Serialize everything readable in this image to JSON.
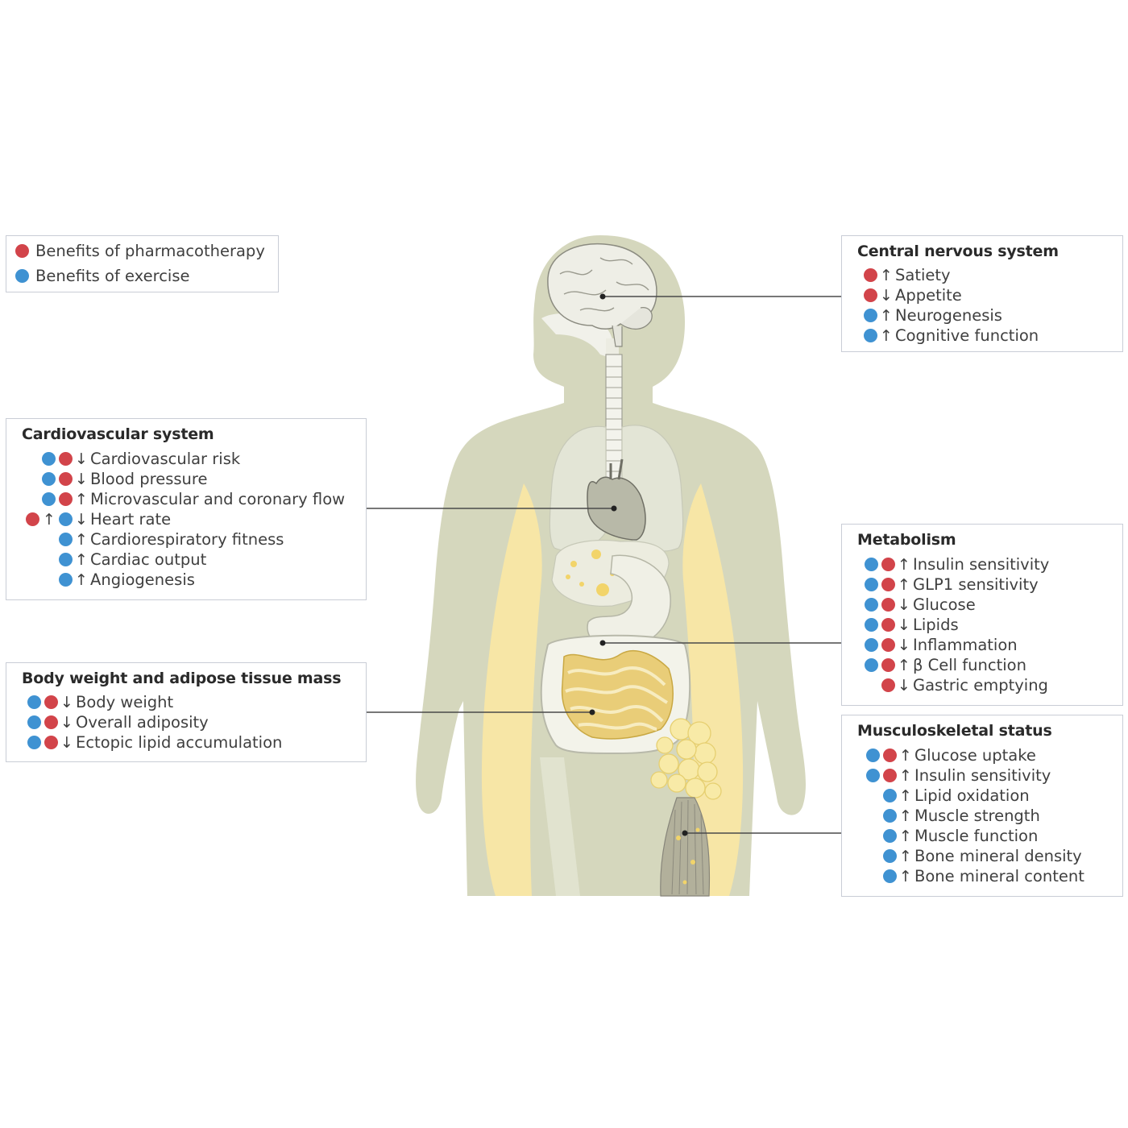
{
  "colors": {
    "pharmacotherapy": "#d2444a",
    "exercise": "#3f92d2",
    "silhouette": "#d5d7bd",
    "adipose": "#f7e6a6",
    "leader": "#4a4a4a",
    "box_border": "#c9cdd6"
  },
  "legend": {
    "items": [
      {
        "color": "red",
        "label": "Benefits of pharmacotherapy"
      },
      {
        "color": "blue",
        "label": "Benefits of exercise"
      }
    ]
  },
  "panels": {
    "cns": {
      "title": "Central nervous system",
      "items": [
        {
          "dots": [
            "red"
          ],
          "arrow": "↑",
          "label": "Satiety"
        },
        {
          "dots": [
            "red"
          ],
          "arrow": "↓",
          "label": "Appetite"
        },
        {
          "dots": [
            "blue"
          ],
          "arrow": "↑",
          "label": "Neurogenesis"
        },
        {
          "dots": [
            "blue"
          ],
          "arrow": "↑",
          "label": "Cognitive function"
        }
      ]
    },
    "cardio": {
      "title": "Cardiovascular system",
      "items": [
        {
          "dots": [
            "blue",
            "red"
          ],
          "arrow": "↓",
          "label": "Cardiovascular risk"
        },
        {
          "dots": [
            "blue",
            "red"
          ],
          "arrow": "↓",
          "label": "Blood pressure"
        },
        {
          "dots": [
            "blue",
            "red"
          ],
          "arrow": "↑",
          "label": "Microvascular and coronary flow"
        },
        {
          "pre": [
            "red",
            "↑"
          ],
          "dots": [
            "blue"
          ],
          "arrow": "↓",
          "label": "Heart rate"
        },
        {
          "dots": [
            "blue"
          ],
          "arrow": "↑",
          "label": "Cardiorespiratory fitness"
        },
        {
          "dots": [
            "blue"
          ],
          "arrow": "↑",
          "label": "Cardiac output"
        },
        {
          "dots": [
            "blue"
          ],
          "arrow": "↑",
          "label": "Angiogenesis"
        }
      ]
    },
    "bodyweight": {
      "title": "Body weight and adipose tissue mass",
      "items": [
        {
          "dots": [
            "blue",
            "red"
          ],
          "arrow": "↓",
          "label": "Body weight"
        },
        {
          "dots": [
            "blue",
            "red"
          ],
          "arrow": "↓",
          "label": "Overall adiposity"
        },
        {
          "dots": [
            "blue",
            "red"
          ],
          "arrow": "↓",
          "label": "Ectopic lipid accumulation"
        }
      ]
    },
    "metabolism": {
      "title": "Metabolism",
      "items": [
        {
          "dots": [
            "blue",
            "red"
          ],
          "arrow": "↑",
          "label": "Insulin sensitivity"
        },
        {
          "dots": [
            "blue",
            "red"
          ],
          "arrow": "↑",
          "label": "GLP1 sensitivity"
        },
        {
          "dots": [
            "blue",
            "red"
          ],
          "arrow": "↓",
          "label": "Glucose"
        },
        {
          "dots": [
            "blue",
            "red"
          ],
          "arrow": "↓",
          "label": "Lipids"
        },
        {
          "dots": [
            "blue",
            "red"
          ],
          "arrow": "↓",
          "label": "Inflammation"
        },
        {
          "dots": [
            "blue",
            "red"
          ],
          "arrow": "↑",
          "label": "β Cell function"
        },
        {
          "dots": [
            "red"
          ],
          "arrow": "↓",
          "label": "Gastric emptying"
        }
      ]
    },
    "musculo": {
      "title": "Musculoskeletal status",
      "items": [
        {
          "dots": [
            "blue",
            "red"
          ],
          "arrow": "↑",
          "label": "Glucose uptake"
        },
        {
          "dots": [
            "blue",
            "red"
          ],
          "arrow": "↑",
          "label": "Insulin sensitivity"
        },
        {
          "dots": [
            "blue"
          ],
          "arrow": "↑",
          "label": "Lipid oxidation"
        },
        {
          "dots": [
            "blue"
          ],
          "arrow": "↑",
          "label": "Muscle strength"
        },
        {
          "dots": [
            "blue"
          ],
          "arrow": "↑",
          "label": "Muscle function"
        },
        {
          "dots": [
            "blue"
          ],
          "arrow": "↑",
          "label": "Bone mineral density"
        },
        {
          "dots": [
            "blue"
          ],
          "arrow": "↑",
          "label": "Bone mineral content"
        }
      ]
    }
  }
}
